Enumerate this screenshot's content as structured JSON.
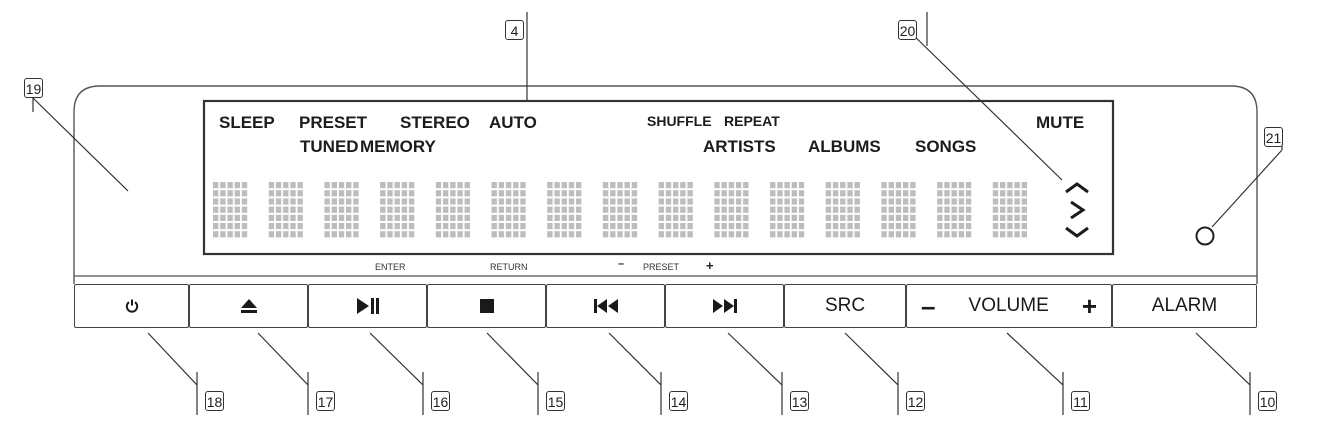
{
  "callouts": [
    "19",
    "4",
    "20",
    "21",
    "18",
    "17",
    "16",
    "15",
    "14",
    "13",
    "12",
    "11",
    "10"
  ],
  "display": {
    "row1": [
      "SLEEP",
      "PRESET",
      "STEREO",
      "AUTO",
      "SHUFFLE",
      "REPEAT",
      "MUTE"
    ],
    "row2": [
      "TUNED",
      "MEMORY",
      "ARTISTS",
      "ALBUMS",
      "SONGS"
    ],
    "digit_count": 15,
    "nav_icons": [
      "chevron-up-icon",
      "chevron-right-icon",
      "chevron-down-icon"
    ]
  },
  "under_labels": {
    "enter": "ENTER",
    "return": "RETURN",
    "preset": "PRESET",
    "minus": "–",
    "plus": "+"
  },
  "buttons": {
    "power": "power-icon",
    "eject": "eject-icon",
    "play_pause": "play-pause-icon",
    "stop": "stop-icon",
    "previous": "skip-back-icon",
    "next": "skip-forward-icon",
    "src_label": "SRC",
    "volume_minus": "–",
    "volume_label": "VOLUME",
    "volume_plus": "+",
    "alarm_label": "ALARM"
  }
}
